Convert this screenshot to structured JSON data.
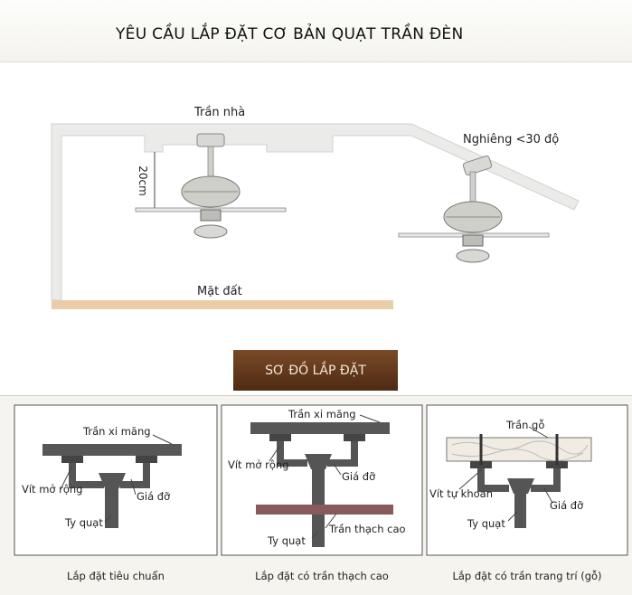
{
  "header": {
    "title": "YÊU CẦU LẮP ĐẶT CƠ BẢN QUẠT TRẦN ĐÈN"
  },
  "top_diagram": {
    "ceiling_label": "Trần nhà",
    "floor_label": "Mặt đất",
    "distance_label": "20cm",
    "slope_label": "Nghiêng <30 độ"
  },
  "button": {
    "label": "SƠ ĐỒ LẮP ĐẶT"
  },
  "panels": [
    {
      "caption": "Lắp đặt tiêu chuẩn",
      "ceiling": "Trần xi măng",
      "screw": "Vít mở rộng",
      "bracket": "Giá đỡ",
      "rod": "Ty quạt"
    },
    {
      "caption": "Lắp đặt có trần thạch cao",
      "ceiling": "Trần xi măng",
      "screw": "Vít mở rộng",
      "bracket": "Giá đỡ",
      "rod": "Ty quạt",
      "plaster": "Trần thạch cao"
    },
    {
      "caption": "Lắp đặt có trần trang trí (gỗ)",
      "ceiling": "Trần gỗ",
      "screw": "Vít tự khoan",
      "bracket": "Giá đỡ",
      "rod": "Ty quạt"
    }
  ]
}
